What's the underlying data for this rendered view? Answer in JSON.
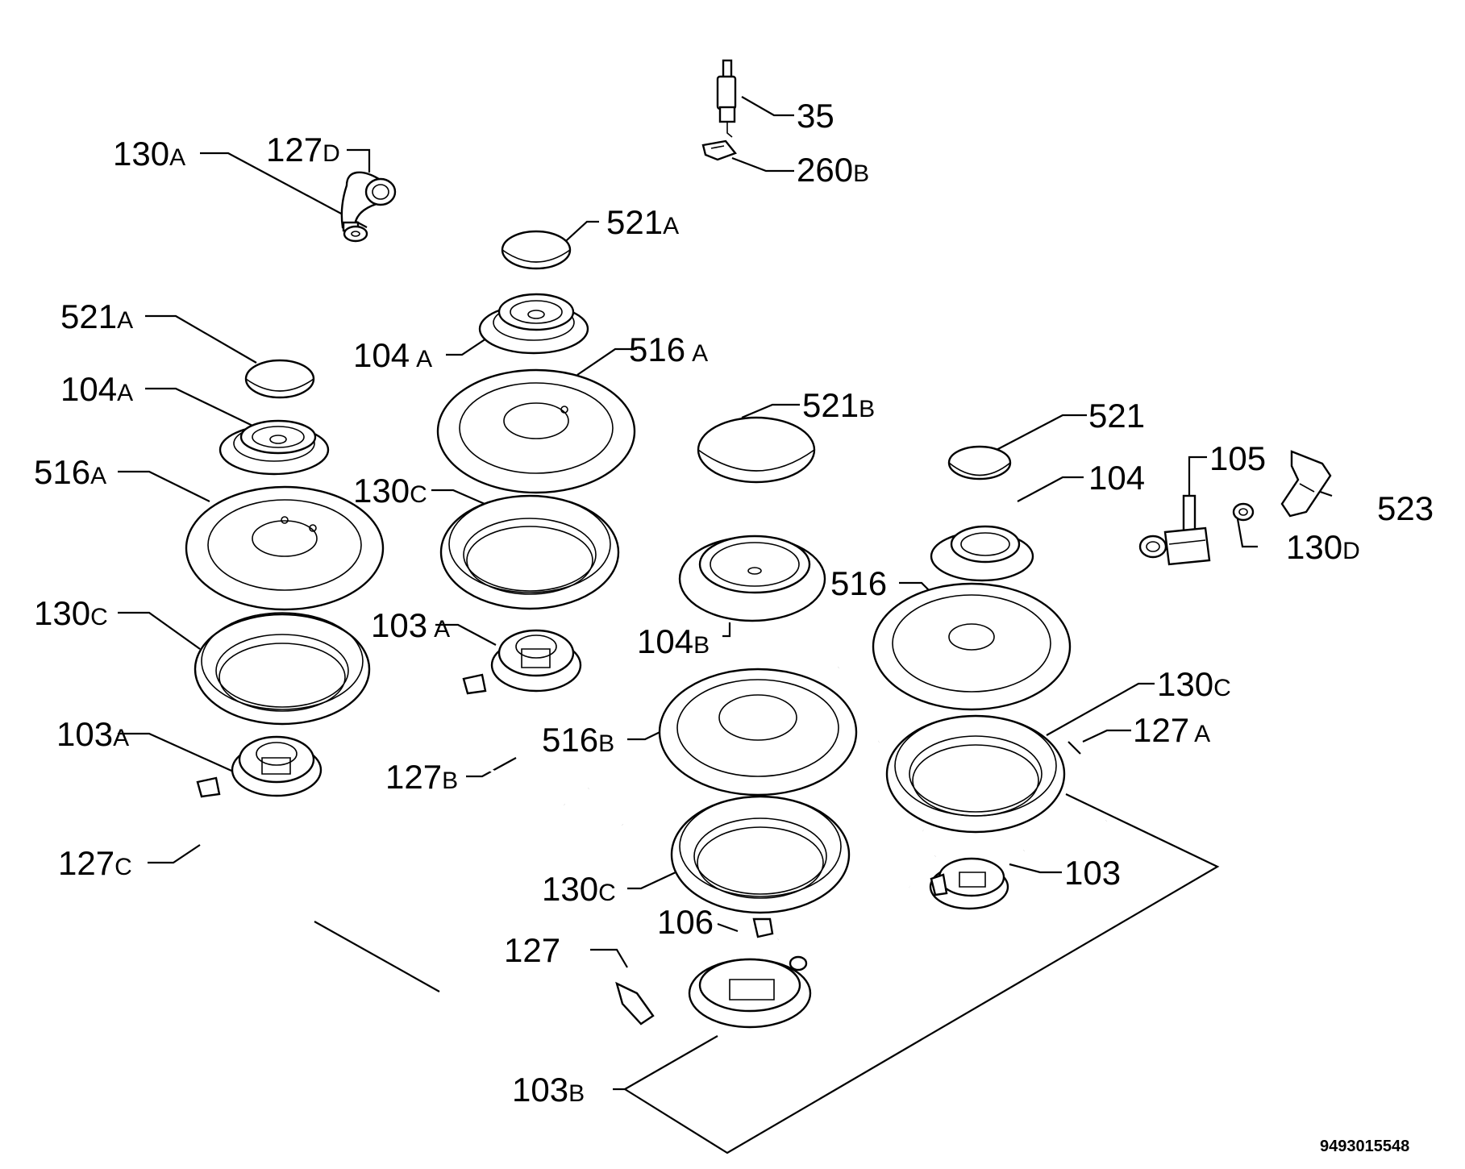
{
  "drawing_code": "9493015548",
  "labels": {
    "l_130a_top": {
      "num": "130",
      "sfx": "A"
    },
    "l_127d": {
      "num": "127",
      "sfx": "D"
    },
    "l_35": {
      "num": "35",
      "sfx": ""
    },
    "l_260b": {
      "num": "260",
      "sfx": "B"
    },
    "l_521a_mid": {
      "num": "521",
      "sfx": "A"
    },
    "l_521a_left": {
      "num": "521",
      "sfx": "A"
    },
    "l_104a_mid": {
      "num": "104",
      "sfx": "A"
    },
    "l_516a_mid": {
      "num": "516",
      "sfx": "A"
    },
    "l_104a_left": {
      "num": "104",
      "sfx": "A"
    },
    "l_521b": {
      "num": "521",
      "sfx": "B"
    },
    "l_521": {
      "num": "521",
      "sfx": ""
    },
    "l_105": {
      "num": "105",
      "sfx": ""
    },
    "l_516a_left": {
      "num": "516",
      "sfx": "A"
    },
    "l_130c_mid": {
      "num": "130",
      "sfx": "C"
    },
    "l_104": {
      "num": "104",
      "sfx": ""
    },
    "l_523": {
      "num": "523",
      "sfx": ""
    },
    "l_130d": {
      "num": "130",
      "sfx": "D"
    },
    "l_516": {
      "num": "516",
      "sfx": ""
    },
    "l_130c_left": {
      "num": "130",
      "sfx": "C"
    },
    "l_103a_mid": {
      "num": "103",
      "sfx": "A"
    },
    "l_104b": {
      "num": "104",
      "sfx": "B"
    },
    "l_130c_right": {
      "num": "130",
      "sfx": "C"
    },
    "l_103a_left": {
      "num": "103",
      "sfx": "A"
    },
    "l_127a": {
      "num": "127",
      "sfx": "A"
    },
    "l_516b": {
      "num": "516",
      "sfx": "B"
    },
    "l_127b": {
      "num": "127",
      "sfx": "B"
    },
    "l_127c": {
      "num": "127",
      "sfx": "C"
    },
    "l_103": {
      "num": "103",
      "sfx": ""
    },
    "l_130c_bot": {
      "num": "130",
      "sfx": "C"
    },
    "l_106": {
      "num": "106",
      "sfx": ""
    },
    "l_127": {
      "num": "127",
      "sfx": ""
    },
    "l_103b": {
      "num": "103",
      "sfx": "B"
    }
  }
}
